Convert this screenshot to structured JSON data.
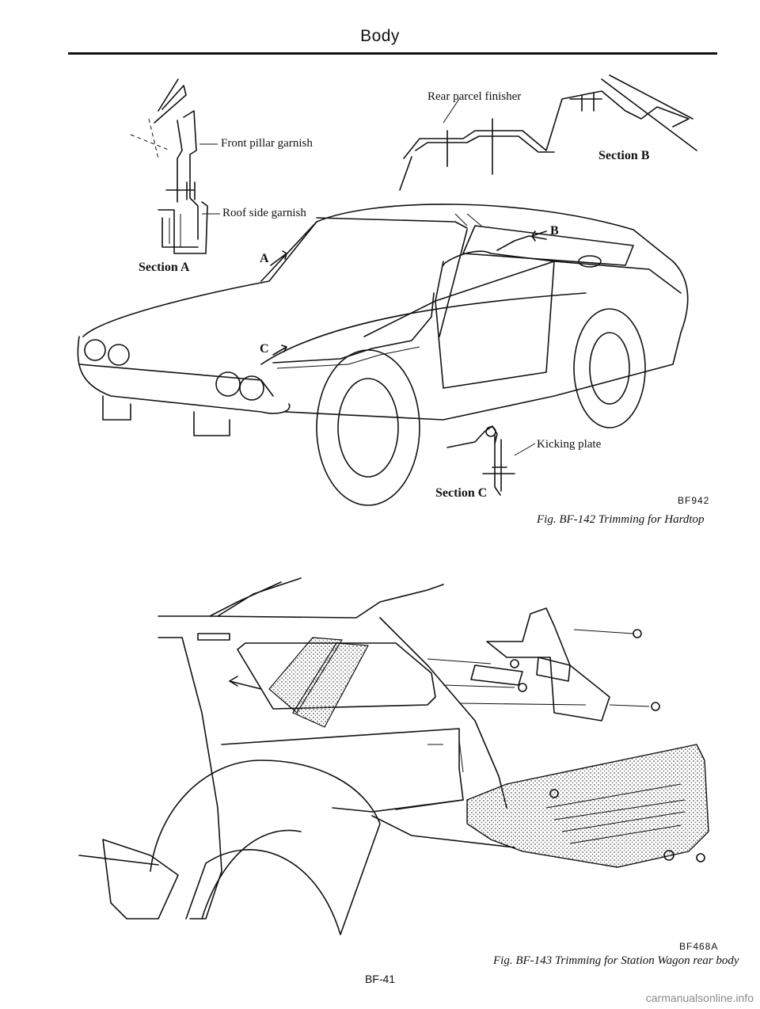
{
  "header": {
    "title": "Body"
  },
  "figure1": {
    "labels": {
      "front_pillar_garnish": "Front pillar garnish",
      "roof_side_garnish": "Roof side garnish",
      "section_a": "Section A",
      "rear_parcel_finisher": "Rear parcel finisher",
      "section_b": "Section B",
      "kicking_plate": "Kicking plate",
      "section_c": "Section C",
      "marker_a": "A",
      "marker_b": "B",
      "marker_c": "C"
    },
    "code": "BF942",
    "caption": "Fig. BF-142  Trimming for Hardtop"
  },
  "figure2": {
    "code": "BF468A",
    "caption": "Fig. BF-143  Trimming for Station Wagon rear body"
  },
  "footer": {
    "page_number": "BF-41",
    "watermark": "carmanualsonline.info"
  },
  "colors": {
    "ink": "#111111",
    "paper": "#ffffff",
    "stipple": "#555555"
  }
}
